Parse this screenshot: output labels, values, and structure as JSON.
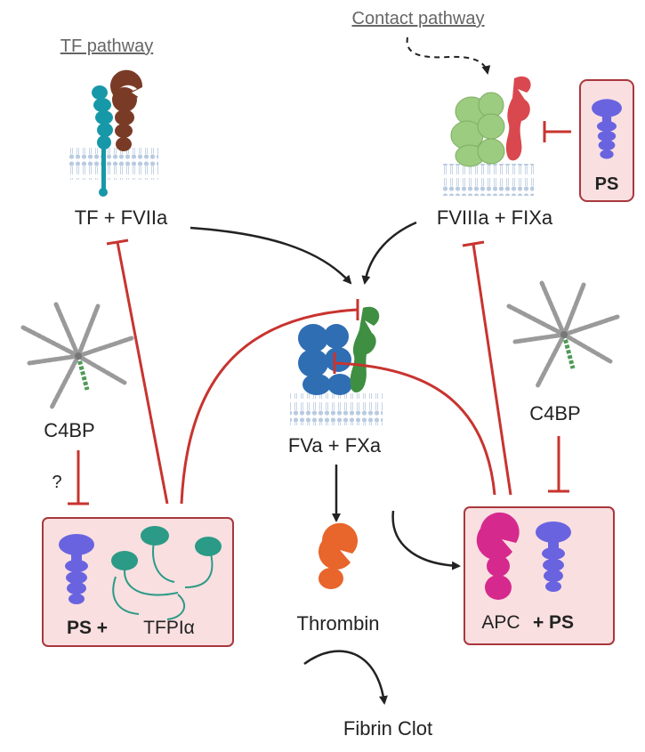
{
  "headings": {
    "tf_pathway": "TF pathway",
    "contact_pathway": "Contact pathway"
  },
  "labels": {
    "tf_fviia": "TF + FVIIa",
    "fviiia_fixa": "FVIIIa + FIXa",
    "fva_fxa": "FVa + FXa",
    "thrombin": "Thrombin",
    "fibrin_clot": "Fibrin Clot",
    "c4bp_left": "C4BP",
    "c4bp_right": "C4BP",
    "question": "?",
    "ps_top": "PS",
    "ps_plus": "PS +",
    "tfpi": "TFPIα",
    "apc": "APC",
    "plus_ps": "+ PS"
  },
  "colors": {
    "inhibit": "#c8342f",
    "arrow": "#222222",
    "box_fill": "#f9dfe0",
    "box_stroke": "#a8383d",
    "tf_teal": "#1798a8",
    "fviia_brown": "#7a3b26",
    "fviiia_green": "#9ccc7f",
    "fixa_red": "#d9484e",
    "fva_blue": "#2f6eb3",
    "fxa_green": "#3f8f42",
    "thrombin_orange": "#e8652c",
    "apc_magenta": "#d6298e",
    "ps_purple": "#6a63e0",
    "tfpi_teal": "#2b9a86",
    "membrane": "#9fb6cc"
  }
}
